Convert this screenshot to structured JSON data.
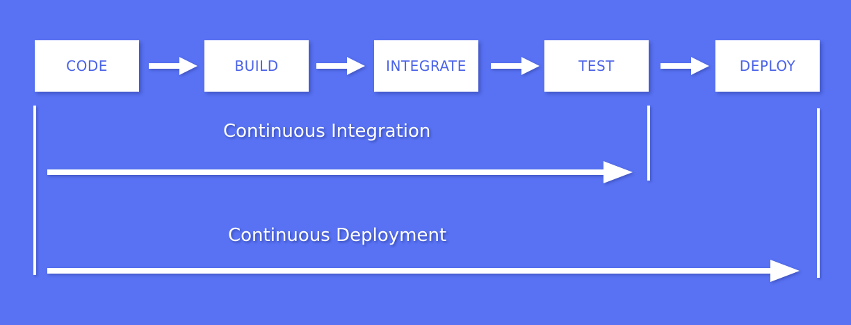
{
  "colors": {
    "background": "#5872f3",
    "box_fill": "#ffffff",
    "box_text": "#4b63e8",
    "line": "#ffffff"
  },
  "stages": [
    {
      "label": "CODE"
    },
    {
      "label": "BUILD"
    },
    {
      "label": "INTEGRATE"
    },
    {
      "label": "TEST"
    },
    {
      "label": "DEPLOY"
    }
  ],
  "spans": {
    "continuous_integration": {
      "label": "Continuous Integration"
    },
    "continuous_deployment": {
      "label": "Continuous Deployment"
    }
  }
}
